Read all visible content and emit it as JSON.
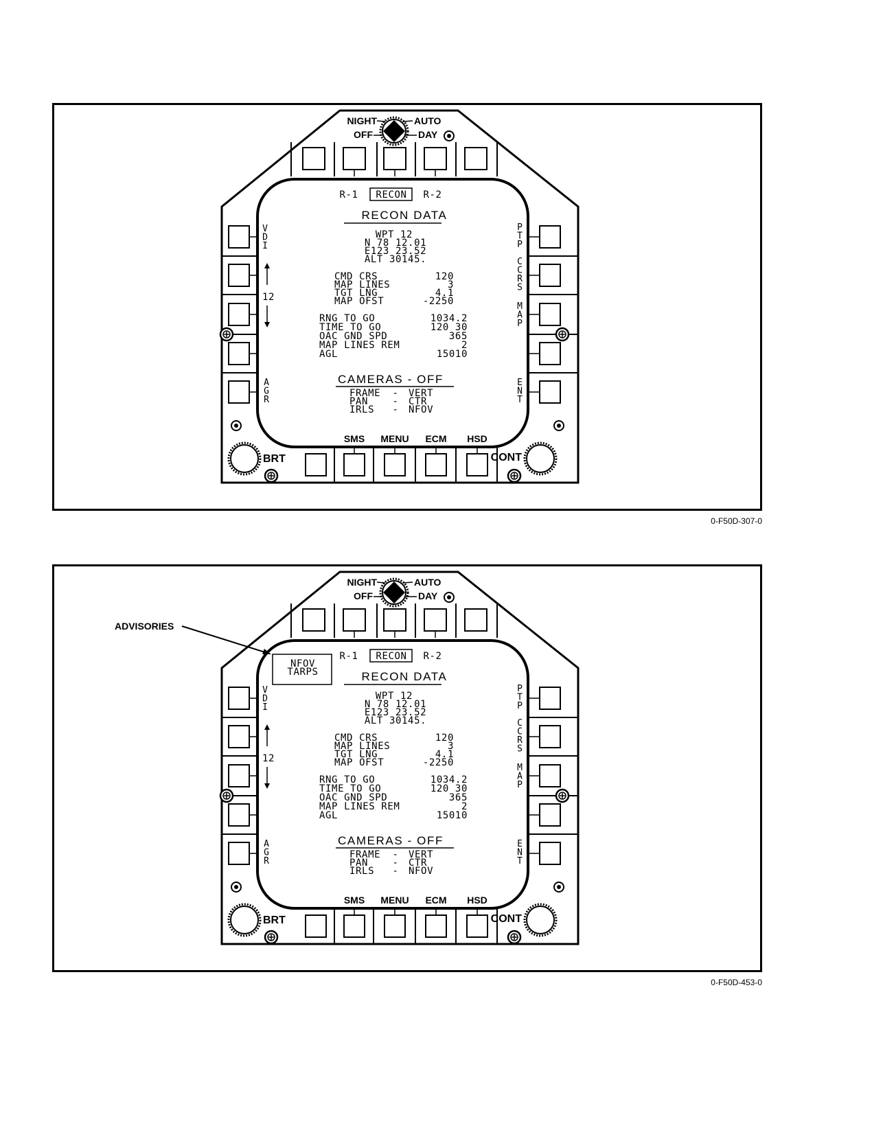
{
  "figures": [
    {
      "figure_id": "0-F50D-307-0",
      "has_advisories": false
    },
    {
      "figure_id": "0-F50D-453-0",
      "has_advisories": true,
      "advisory_callout": "ADVISORIES",
      "advisory_lines": [
        "NFOV",
        "TARPS"
      ]
    }
  ],
  "bezel": {
    "switch_left_top": "NIGHT",
    "switch_left_bottom": "OFF",
    "switch_right_top": "AUTO",
    "switch_right_bottom": "DAY",
    "bottom_labels": [
      "SMS",
      "MENU",
      "ECM",
      "HSD"
    ],
    "brt": "BRT",
    "cont": "CONT"
  },
  "screen": {
    "top_left": "R-1",
    "top_center": "RECON",
    "top_right": "R-2",
    "left_side": {
      "vdi": "VDI",
      "step_value": "12",
      "agr": "AGR"
    },
    "right_side": {
      "ptp": "PTP",
      "ccrs": "CCRS",
      "map": "MAP",
      "ent": "ENT"
    },
    "title": "RECON DATA",
    "waypoint": {
      "wpt": "WPT 12",
      "lat": "N 78 12.01",
      "lon": "E123 23.52",
      "alt": "ALT  30145."
    },
    "block1": [
      {
        "label": "CMD CRS",
        "value": "120"
      },
      {
        "label": "MAP LINES",
        "value": "3"
      },
      {
        "label": "TGT LNG",
        "value": "4.1"
      },
      {
        "label": "MAP OFST",
        "value": "-2250"
      }
    ],
    "block2": [
      {
        "label": "RNG TO GO",
        "value": "1034.2"
      },
      {
        "label": "TIME TO GO",
        "value": "120 30"
      },
      {
        "label": "OAC GND SPD",
        "value": "365"
      },
      {
        "label": "MAP LINES REM",
        "value": "2"
      },
      {
        "label": "AGL",
        "value": "15010"
      }
    ],
    "cameras_title": "CAMERAS - OFF",
    "cameras": [
      {
        "label": "FRAME",
        "value": "VERT"
      },
      {
        "label": "PAN",
        "value": "CTR"
      },
      {
        "label": "IRLS",
        "value": "NFOV"
      }
    ]
  }
}
